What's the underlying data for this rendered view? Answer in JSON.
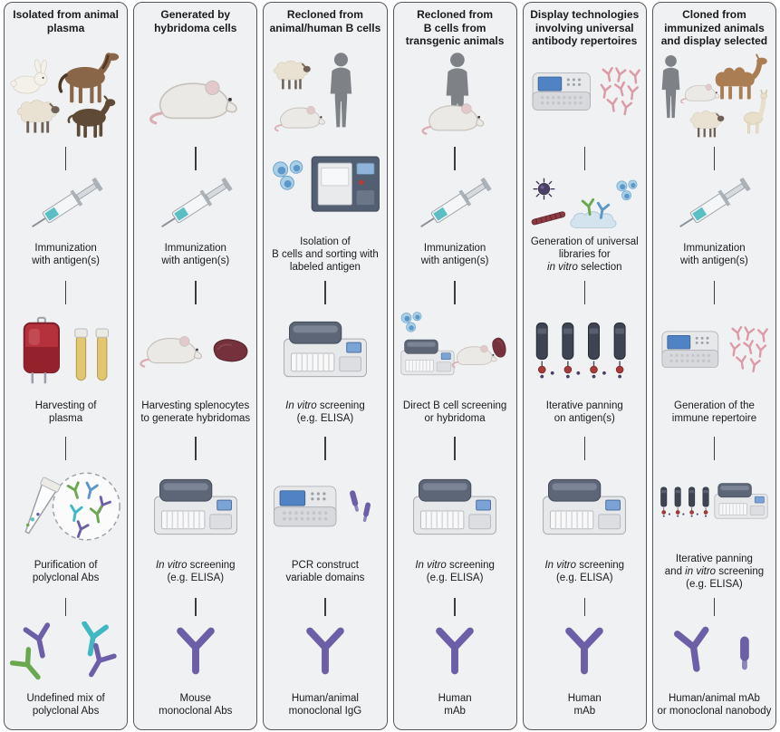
{
  "figure": {
    "background": "#ffffff",
    "panel_bg": "#f0f1f3",
    "panel_border": "#55585c",
    "connector_color": "#3c3c3c",
    "text_color": "#1a1a1a",
    "antibody_purple": "#6c5fa7",
    "antibody_teal": "#3fb8c4",
    "antibody_green": "#6aa84f",
    "antibody_pink": "#dc9aa6",
    "blood_red": "#b5323c",
    "spleen_red": "#76323c",
    "cell_blue": "#5b97c9"
  },
  "columns": [
    {
      "title": "Isolated from animal\nplasma",
      "source_icons": [
        "rabbit-icon",
        "horse-icon",
        "sheep-icon",
        "goat-icon"
      ],
      "steps": [
        {
          "label": "Immunization\nwith antigen(s)",
          "icons": [
            "syringe-icon"
          ]
        },
        {
          "label": "Harvesting of\nplasma",
          "icons": [
            "blood-bag-icon",
            "plasma-tube-icon",
            "plasma-tube-icon"
          ]
        },
        {
          "label": "Purification of\npolyclonal Abs",
          "icons": [
            "conical-tube-icon",
            "antibody-mix-circle-icon"
          ]
        },
        {
          "label": "Undefined mix of\npolyclonal Abs",
          "icons": [
            "polyclonal-antibodies-icon"
          ]
        }
      ]
    },
    {
      "title": "Generated by\nhybridoma cells",
      "source_icons": [
        "mouse-icon"
      ],
      "steps": [
        {
          "label": "Immunization\nwith antigen(s)",
          "icons": [
            "syringe-icon"
          ]
        },
        {
          "label": "Harvesting splenocytes\nto generate hybridomas",
          "icons": [
            "mouse-icon",
            "spleen-icon"
          ]
        },
        {
          "label": "*In vitro* screening\n(e.g. ELISA)",
          "icons": [
            "elisa-machine-icon"
          ]
        },
        {
          "label": "Mouse\nmonoclonal Abs",
          "icons": [
            "monoclonal-antibody-icon"
          ]
        }
      ]
    },
    {
      "title": "Recloned from\nanimal/human B cells",
      "source_icons": [
        "sheep-icon",
        "human-icon",
        "mouse-icon"
      ],
      "steps": [
        {
          "label": "Isolation of\nB cells and sorting with\nlabeled antigen",
          "icons": [
            "b-cells-icon",
            "cell-sorter-icon"
          ]
        },
        {
          "label": "*In vitro* screening\n(e.g. ELISA)",
          "icons": [
            "elisa-machine-icon"
          ]
        },
        {
          "label": "PCR construct\nvariable domains",
          "icons": [
            "pcr-machine-icon",
            "variable-domain-icon"
          ]
        },
        {
          "label": "Human/animal\nmonoclonal IgG",
          "icons": [
            "monoclonal-antibody-icon"
          ]
        }
      ]
    },
    {
      "title": "Recloned from\nB cells from\ntransgenic animals",
      "source_icons": [
        "mouse-icon",
        "human-icon"
      ],
      "steps": [
        {
          "label": "Immunization\nwith antigen(s)",
          "icons": [
            "syringe-icon"
          ]
        },
        {
          "label": "Direct B cell screening\nor hybridoma",
          "icons": [
            "b-cells-icon",
            "elisa-machine-icon",
            "mouse-icon",
            "spleen-icon"
          ]
        },
        {
          "label": "*In vitro* screening\n(e.g. ELISA)",
          "icons": [
            "elisa-machine-icon"
          ]
        },
        {
          "label": "Human\nmAb",
          "icons": [
            "monoclonal-antibody-icon"
          ]
        }
      ]
    },
    {
      "title": "Display technologies\ninvolving universal\nantibody repertoires",
      "source_icons": [
        "pcr-machine-icon",
        "antibody-repertoire-icon"
      ],
      "steps": [
        {
          "label": "Generation of universal\nlibraries for\n*in vitro* selection",
          "icons": [
            "phage-icon",
            "rod-phage-icon",
            "b-cells-icon",
            "library-cloud-icon"
          ]
        },
        {
          "label": "Iterative panning\non antigen(s)",
          "icons": [
            "panning-columns-icon"
          ]
        },
        {
          "label": "*In vitro* screening\n(e.g. ELISA)",
          "icons": [
            "elisa-machine-icon"
          ]
        },
        {
          "label": "Human\nmAb",
          "icons": [
            "monoclonal-antibody-icon"
          ]
        }
      ]
    },
    {
      "title": "Cloned from\nimmunized animals\nand display selected",
      "source_icons": [
        "human-icon",
        "mouse-icon",
        "camel-icon",
        "llama-icon",
        "sheep-icon"
      ],
      "steps": [
        {
          "label": "Immunization\nwith antigen(s)",
          "icons": [
            "syringe-icon"
          ]
        },
        {
          "label": "Generation of the\nimmune repertoire",
          "icons": [
            "pcr-machine-icon",
            "antibody-repertoire-icon"
          ]
        },
        {
          "label": "Iterative panning\nand *in vitro* screening\n(e.g. ELISA)",
          "icons": [
            "panning-columns-icon",
            "elisa-machine-icon"
          ]
        },
        {
          "label": "Human/animal mAb\nor monoclonal nanobody",
          "icons": [
            "monoclonal-antibody-icon",
            "nanobody-icon"
          ]
        }
      ]
    }
  ]
}
